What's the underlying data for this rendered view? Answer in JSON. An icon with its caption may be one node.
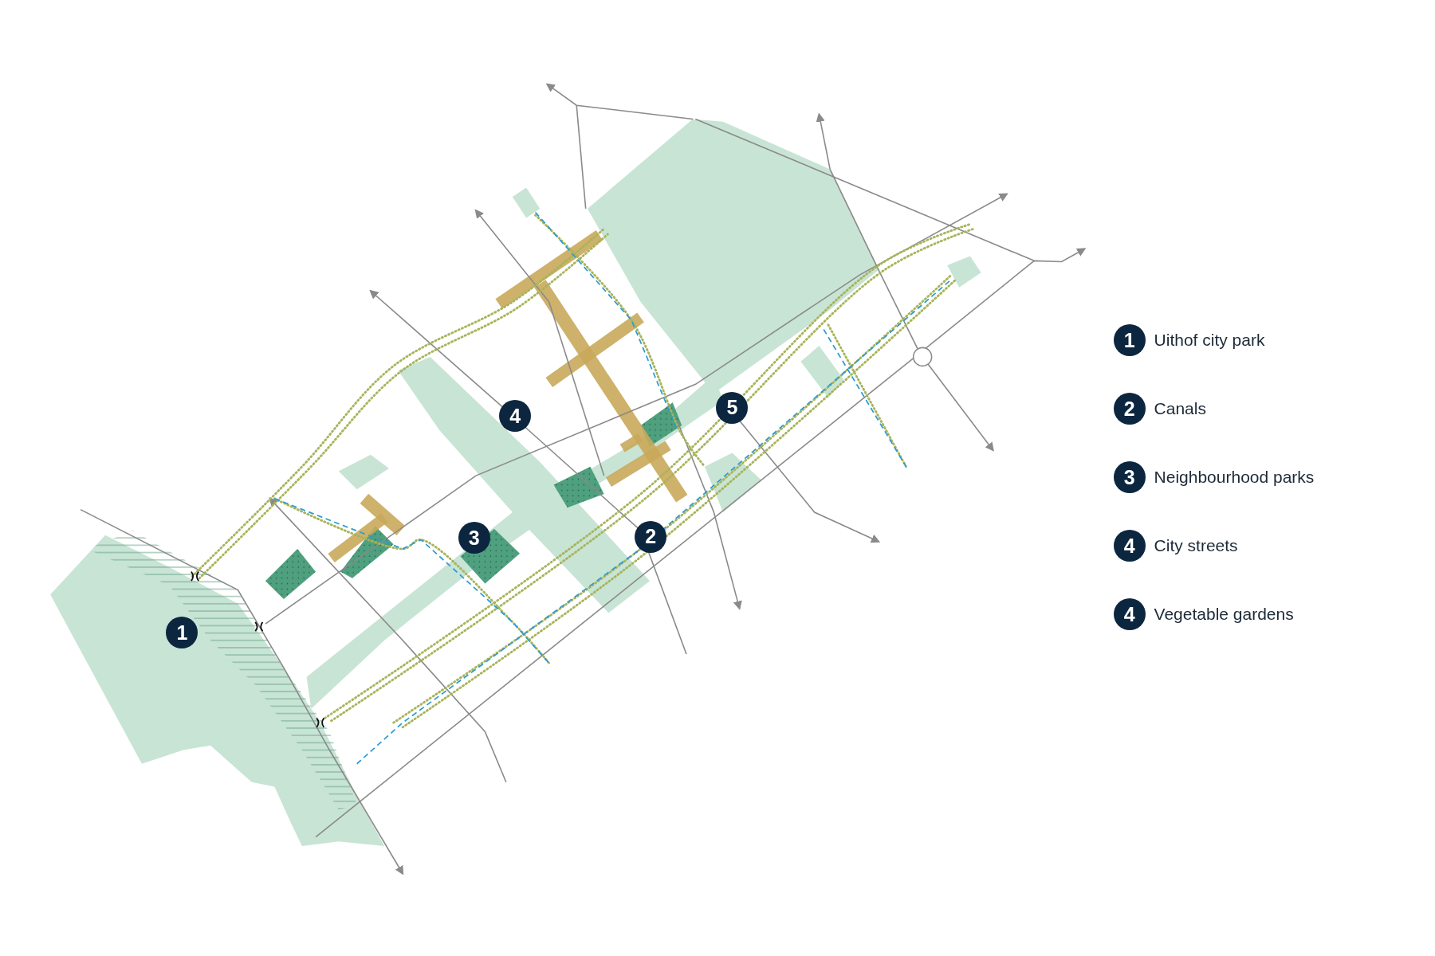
{
  "diagram": {
    "labels": [
      "5",
      "4",
      "2",
      "3",
      "1",
      "1",
      "2",
      "3",
      "4",
      "4"
    ],
    "legend": [
      {
        "text": "Uithof city park"
      },
      {
        "text": "Canals"
      },
      {
        "text": "Neighbourhood parks"
      },
      {
        "text": "City streets"
      },
      {
        "text": "Vegetable gardens"
      }
    ]
  }
}
